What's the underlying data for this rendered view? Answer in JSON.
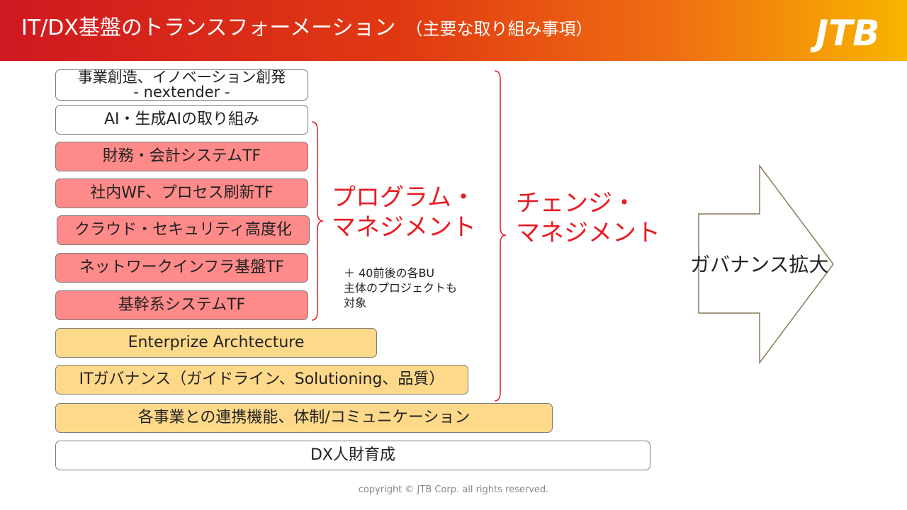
{
  "header": {
    "title": "IT/DX基盤のトランスフォーメーション",
    "subtitle": "（主要な取り組み事項）",
    "logo_text": "JTB",
    "gradient_colors": [
      "#d01820",
      "#f07012",
      "#f8b400"
    ]
  },
  "boxes": {
    "innovation_line1": "事業創造、イノベーション創発",
    "innovation_line2": "- nextender -",
    "ai": "AI・生成AIの取り組み",
    "finance": "財務・会計システムTF",
    "workflow": "社内WF、プロセス刷新TF",
    "cloud": "クラウド・セキュリティ高度化",
    "network": "ネットワークインフラ基盤TF",
    "core": "基幹系システムTF",
    "ea": "Enterprize Archtecture",
    "governance": "ITガバナンス（ガイドライン、Solutioning、品質）",
    "collaboration": "各事業との連携機能、体制/コミュニケーション",
    "talent": "DX人財育成"
  },
  "labels": {
    "program_line1": "プログラム・",
    "program_line2": "マネジメント",
    "change_line1": "チェンジ・",
    "change_line2": "マネジメント"
  },
  "note": {
    "line1": "＋ 40前後の各BU",
    "line2": "主体のプロジェクトも",
    "line3": "対象"
  },
  "arrow": {
    "label": "ガバナンス拡大"
  },
  "footer": {
    "copyright": "copyright © JTB Corp. all rights reserved."
  },
  "colors": {
    "white_box": "#ffffff",
    "red_box": "#ff8a8a",
    "yellow_box": "#ffd98a",
    "accent_red": "#e81c24"
  }
}
